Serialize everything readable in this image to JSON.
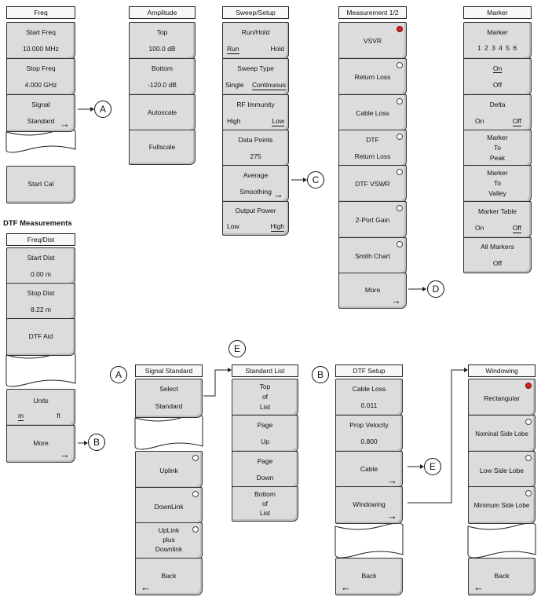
{
  "freq": {
    "title": "Freq",
    "start_freq_label": "Start Freq",
    "start_freq_value": "10.000 MHz",
    "stop_freq_label": "Stop Freq",
    "stop_freq_value": "4.000 GHz",
    "signal_line1": "Signal",
    "signal_line2": "Standard",
    "start_cal": "Start Cal"
  },
  "amplitude": {
    "title": "Amplitude",
    "top_label": "Top",
    "top_value": "100.0 dB",
    "bottom_label": "Bottom",
    "bottom_value": "-120.0 dB",
    "autoscale": "Autoscale",
    "fullscale": "Fullscale"
  },
  "sweep": {
    "title": "Sweep/Setup",
    "runhold_label": "Run/Hold",
    "run": "Run",
    "hold": "Hold",
    "sweeptype_label": "Sweep Type",
    "single": "Single",
    "continuous": "Continuous",
    "rf_label": "RF Immunity",
    "high": "High",
    "low": "Low",
    "datapoints_label": "Data Points",
    "datapoints_value": "275",
    "average_label": "Average",
    "smoothing": "Smoothing",
    "outpower_label": "Output Power",
    "op_low": "Low",
    "op_high": "High"
  },
  "measurement": {
    "title": "Measurement 1/2",
    "vswr": "VSVR",
    "return_loss": "Return Loss",
    "cable_loss": "Cable Loss",
    "dtf_l1": "DTF",
    "dtf_l2": "Return Loss",
    "dtf_vswr": "DTF VSWR",
    "two_port": "2-Port Gain",
    "smith": "Smith Chart",
    "more": "More"
  },
  "marker": {
    "title": "Marker",
    "marker_label": "Marker",
    "marker_nums": "1 2 3 4 5 6",
    "on": "On",
    "off": "Off",
    "delta_label": "Delta",
    "delta_on": "On",
    "delta_off": "Off",
    "tp_l1": "Marker",
    "tp_l2": "To",
    "tp_l3": "Peak",
    "tv_l1": "Marker",
    "tv_l2": "To",
    "tv_l3": "Valley",
    "table_label": "Marker Table",
    "table_on": "On",
    "table_off": "Off",
    "all_label": "All Markers",
    "all_value": "Off"
  },
  "dtf_heading": "DTF Measurements",
  "freqdist": {
    "title": "Freq/Dist",
    "start_label": "Start Dist",
    "start_value": "0.00 m",
    "stop_label": "Stop Dist",
    "stop_value": "8.22 m",
    "dtf_aid": "DTF Aid",
    "units_label": "Units",
    "m": "m",
    "ft": "ft",
    "more": "More"
  },
  "signal_std": {
    "title": "Signal Standard",
    "select_l1": "Select",
    "select_l2": "Standard",
    "uplink": "Uplink",
    "downlink": "DownLink",
    "updown_l1": "UpLink",
    "updown_l2": "plus",
    "updown_l3": "Downlink",
    "back": "Back"
  },
  "std_list": {
    "title": "Standard List",
    "top_l1": "Top",
    "top_l2": "of",
    "top_l3": "List",
    "pageup_l1": "Page",
    "pageup_l2": "Up",
    "pagedown_l1": "Page",
    "pagedown_l2": "Down",
    "bottom_l1": "Bottom",
    "bottom_l2": "of",
    "bottom_l3": "List"
  },
  "dtf_setup": {
    "title": "DTF Setup",
    "cable_loss_label": "Cable Loss",
    "cable_loss_value": "0.011",
    "prop_label": "Prop Velocity",
    "prop_value": "0.800",
    "cable": "Cable",
    "windowing": "Windowing",
    "back": "Back"
  },
  "windowing": {
    "title": "Windowing",
    "rect": "Rectangular",
    "nominal": "Nominal Side Lobe",
    "low": "Low Side Lobe",
    "minimum": "Minimum Side Lobe",
    "back": "Back"
  },
  "callouts": {
    "a": "A",
    "b": "B",
    "c": "C",
    "d": "D",
    "e": "E"
  },
  "colors": {
    "key_fill": "#dcdcdc",
    "radio_selected": "#d42020"
  }
}
